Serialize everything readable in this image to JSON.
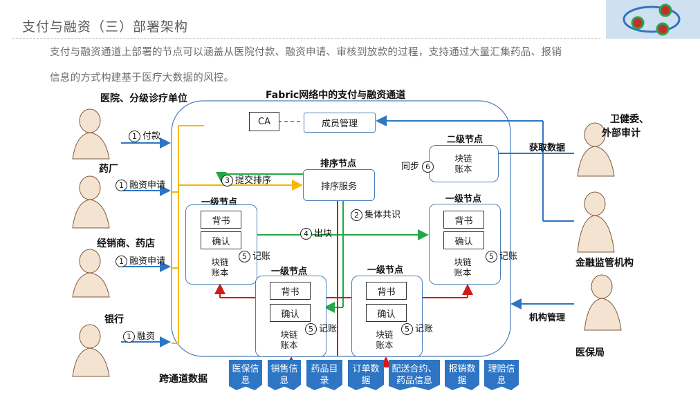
{
  "title": "支付与融资（三）部署架构",
  "intro": {
    "line1": "支付与融资通道上部署的节点可以涵盖从医院付款、融资申请、审核到放款的过程，支持通过大量汇集药品、报销",
    "line2": "信息的方式构建基于医疗大数据的风控。"
  },
  "channel_title": "Fabric网络中的支付与融资通道",
  "left_actors": [
    {
      "name": "医院、分级诊疗单位",
      "step": "1",
      "action": "付款"
    },
    {
      "name": "药厂",
      "step": "1",
      "action": "融资申请"
    },
    {
      "name": "经销商、药店",
      "step": "1",
      "action": "融资申请"
    },
    {
      "name": "银行",
      "step": "1",
      "action": "融资"
    }
  ],
  "right_actors": {
    "a1": "卫健委、",
    "a1b": "外部审计",
    "a2": "金融监管机构",
    "a3": "医保局",
    "fetch": "获取数据",
    "manage": "机构管理"
  },
  "ca": "CA",
  "member_mgmt": "成员管理",
  "order_node_title": "排序节点",
  "order_service": "排序服务",
  "submit": {
    "step": "3",
    "label": "提交排序"
  },
  "consensus": {
    "step": "2",
    "label": "集体共识"
  },
  "block_out": {
    "step": "4",
    "label": "出块"
  },
  "sync": {
    "step": "6",
    "label": "同步"
  },
  "level2_title": "二级节点",
  "level1_title": "一级节点",
  "endorse": "背书",
  "confirm": "确认",
  "ledger_l1": "块链",
  "ledger_l2": "账本",
  "record": {
    "step": "5",
    "label": "记账"
  },
  "cross_channel": "跨通道数据",
  "data_tabs": [
    {
      "l1": "医保信",
      "l2": "息"
    },
    {
      "l1": "销售信",
      "l2": "息"
    },
    {
      "l1": "药品目",
      "l2": "录"
    },
    {
      "l1": "订单数",
      "l2": "据"
    },
    {
      "l1": "配送合约、",
      "l2": "药品信息"
    },
    {
      "l1": "报销数",
      "l2": "据"
    },
    {
      "l1": "理赔信",
      "l2": "息"
    }
  ],
  "colors": {
    "blue": "#2e75c4",
    "orange": "#f5b800",
    "green": "#22a845",
    "red": "#d11a1a",
    "tab": "#2e75c4"
  }
}
